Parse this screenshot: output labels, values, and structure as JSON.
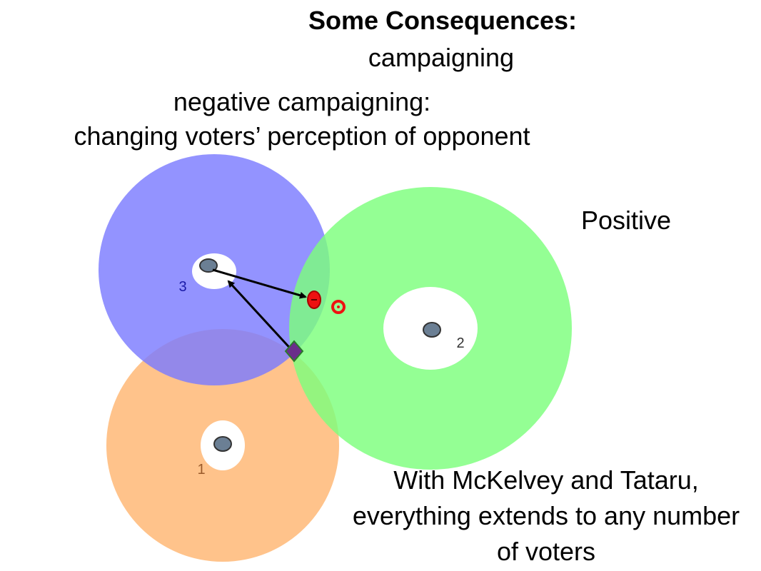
{
  "title": "Some Consequences:",
  "subtitle": "campaigning",
  "negative": {
    "line1": "negative campaigning:",
    "line2": "changing voters’ perception of opponent"
  },
  "positive_label": "Positive",
  "note": "With McKelvey and Tataru, everything extends to any number of voters",
  "voters": [
    {
      "label": "3",
      "color": "#7b7bff",
      "label_color": "#1a1aa8"
    },
    {
      "label": "2",
      "color": "#7dff7d",
      "label_color": "#333333"
    },
    {
      "label": "1",
      "color": "#ffb877",
      "label_color": "#9a5a2a"
    }
  ],
  "colors": {
    "ideal_point": "#6b7f94",
    "marker_red": "#ee1111",
    "arrow": "#000000",
    "diamond": "#2a7a2a"
  }
}
